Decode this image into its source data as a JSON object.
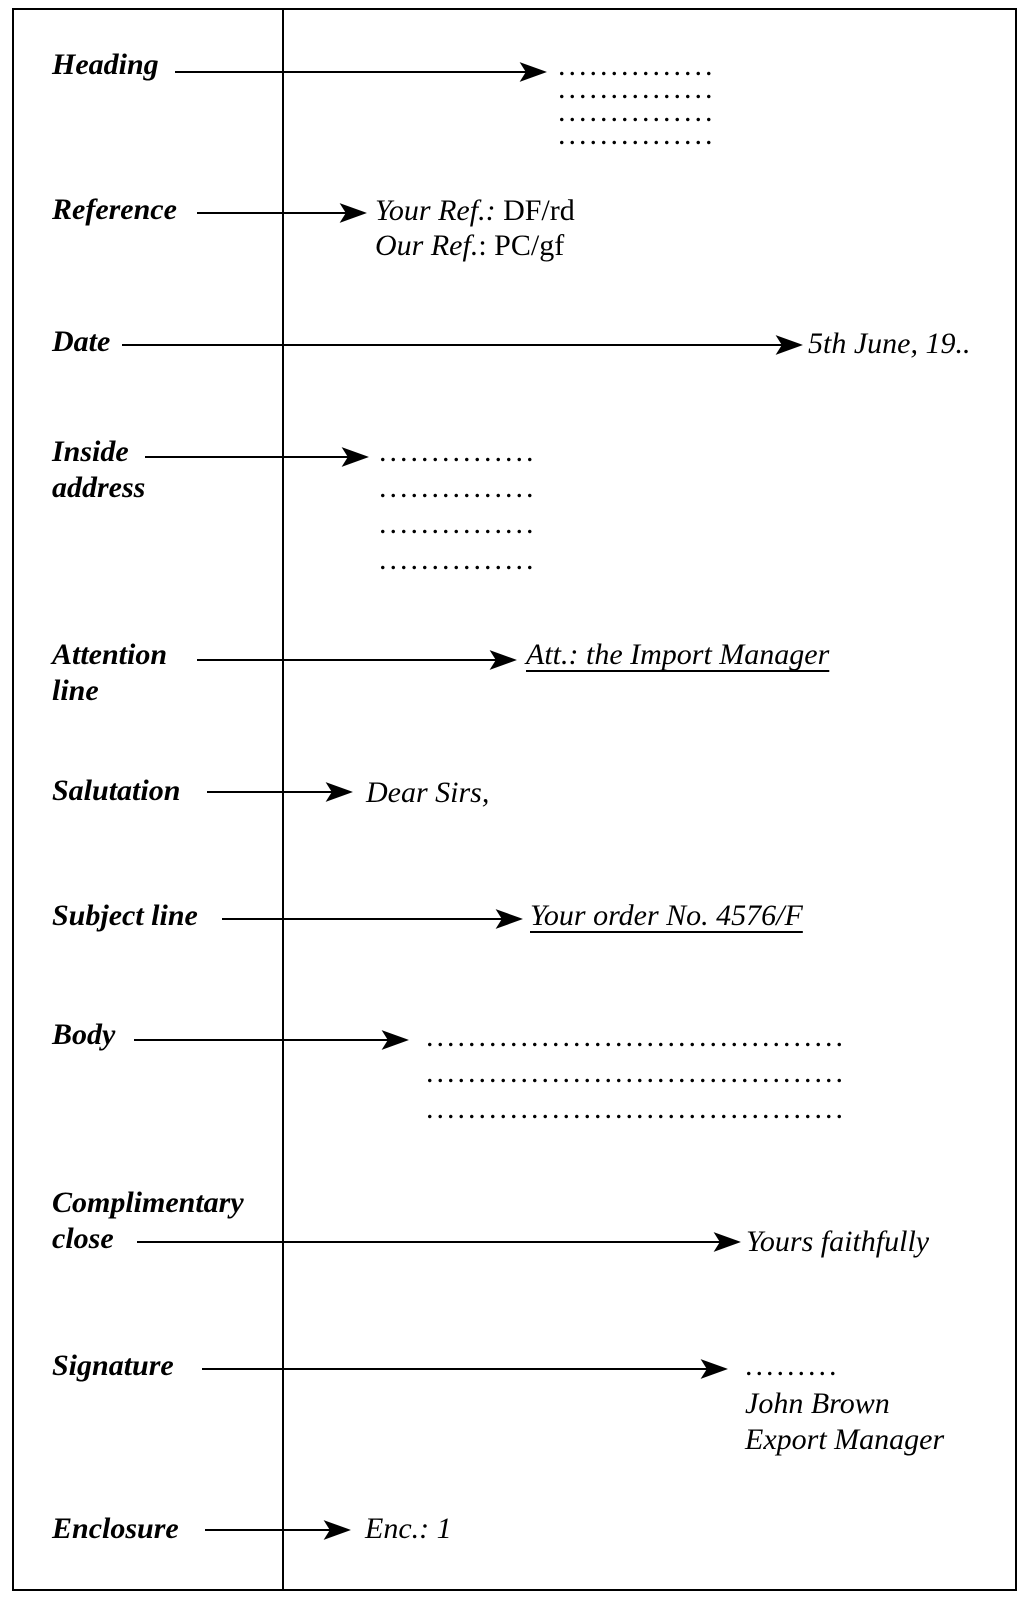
{
  "labels": {
    "heading": "Heading",
    "reference": "Reference",
    "date": "Date",
    "inside_address_1": "Inside",
    "inside_address_2": "address",
    "attention_1": "Attention",
    "attention_2": "line",
    "salutation": "Salutation",
    "subject": "Subject line",
    "body": "Body",
    "close_1": "Complimentary",
    "close_2": "close",
    "signature": "Signature",
    "enclosure": "Enclosure"
  },
  "values": {
    "heading_dots": [
      "...............",
      "...............",
      "...............",
      "..............."
    ],
    "your_ref_label": "Your Ref.:",
    "your_ref_value": " DF/rd",
    "our_ref_label": "Our Ref.",
    "our_ref_value": ": PC/gf",
    "date": "5th June, 19..",
    "inside_address_dots": [
      "...............",
      "...............",
      "...............",
      "..............."
    ],
    "attention": "Att.: the Import Manager",
    "salutation": "Dear Sirs,",
    "subject": "Your order No. 4576/F",
    "body_dots": [
      "........................................",
      "........................................",
      "........................................"
    ],
    "close": "Yours faithfully",
    "signature_dots": ".........",
    "signature_name": "John Brown",
    "signature_title": "Export Manager",
    "enclosure": "Enc.: 1"
  }
}
